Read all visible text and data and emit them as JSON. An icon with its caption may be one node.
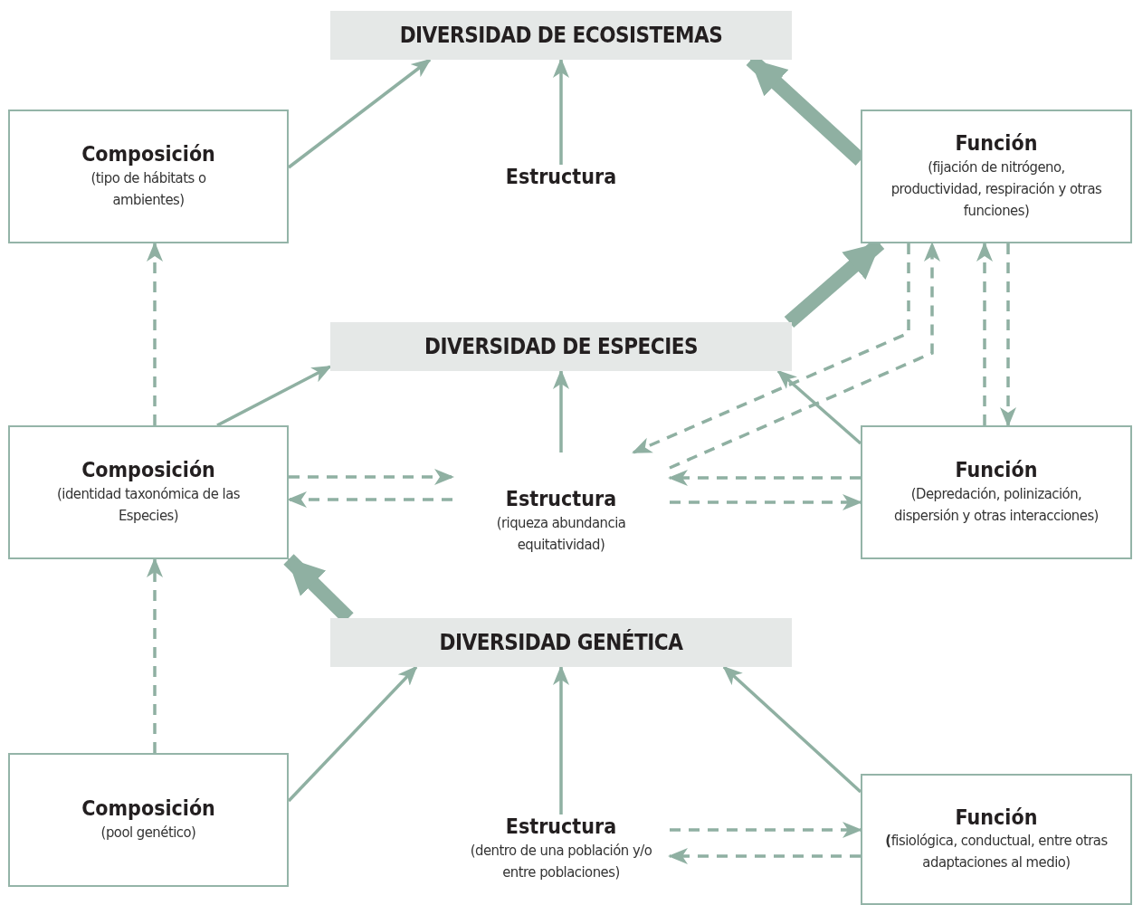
{
  "diagram": {
    "nodes": [
      {
        "text": [
          "DIVERSIDAD DE ECOSISTEMAS"
        ]
      },
      {
        "text": [
          "Composición",
          "(tipo de hábitats o ambientes)"
        ]
      },
      {
        "text": [
          "Estructura"
        ]
      },
      {
        "text": [
          "Función",
          "(fijación de nitrógeno, productividad, respiración y otras funciones)"
        ]
      },
      {
        "text": [
          "DIVERSIDAD DE ESPECIES"
        ]
      },
      {
        "text": [
          "Composición",
          "(identidad taxonómica de las Especies)"
        ]
      },
      {
        "text": [
          "Estructura",
          "(riqueza abundancia equitatividad)"
        ]
      },
      {
        "text": [
          "Función",
          "(Depredación, polinización, dispersión y otras interacciones)"
        ]
      },
      {
        "text": [
          "DIVERSIDAD GENÉTICA"
        ]
      },
      {
        "text": [
          "Composición",
          "(pool genético)"
        ]
      },
      {
        "text": [
          "Estructura",
          "(dentro de una población y/o entre poblaciones)"
        ]
      },
      {
        "text": [
          "Función",
          "**(**fisiológica, conductual, entre otras adaptaciones al medio)"
        ]
      }
    ],
    "edges": [
      {
        "from": 1,
        "to": 0,
        "arrow": "to"
      },
      {
        "from": 2,
        "to": 0,
        "arrow": "to"
      },
      {
        "from": 3,
        "to": 0,
        "arrow": "to",
        "style": "thick"
      },
      {
        "from": 5,
        "to": 1,
        "arrow": "to",
        "style": "dashed"
      },
      {
        "from": 5,
        "to": 4,
        "arrow": "to"
      },
      {
        "from": 5,
        "to": 6,
        "arrow": "to",
        "style": "dashed"
      },
      {
        "from": 6,
        "to": 5,
        "arrow": "to",
        "style": "dashed"
      },
      {
        "from": 6,
        "to": 4,
        "arrow": "to"
      },
      {
        "from": 6,
        "to": 3,
        "arrow": "to",
        "style": "dashed"
      },
      {
        "from": 3,
        "to": 6,
        "arrow": "to",
        "style": "dashed"
      },
      {
        "from": 7,
        "to": 4,
        "arrow": "to"
      },
      {
        "from": 7,
        "to": 6,
        "arrow": "to",
        "style": "dashed"
      },
      {
        "from": 6,
        "to": 7,
        "arrow": "to",
        "style": "dashed"
      },
      {
        "from": 7,
        "to": 3,
        "arrow": "to",
        "style": "dashed"
      },
      {
        "from": 3,
        "to": 7,
        "arrow": "to",
        "style": "dashed"
      },
      {
        "from": 4,
        "to": 3,
        "arrow": "to",
        "style": "thick"
      },
      {
        "from": 8,
        "to": 5,
        "arrow": "to",
        "style": "thick"
      },
      {
        "from": 9,
        "to": 5,
        "arrow": "to",
        "style": "dashed"
      },
      {
        "from": 9,
        "to": 8,
        "arrow": "to"
      },
      {
        "from": 10,
        "to": 8,
        "arrow": "to"
      },
      {
        "from": 11,
        "to": 8,
        "arrow": "to"
      },
      {
        "from": 10,
        "to": 11,
        "arrow": "to",
        "style": "dashed"
      },
      {
        "from": 11,
        "to": 10,
        "arrow": "to",
        "style": "dashed"
      }
    ]
  }
}
